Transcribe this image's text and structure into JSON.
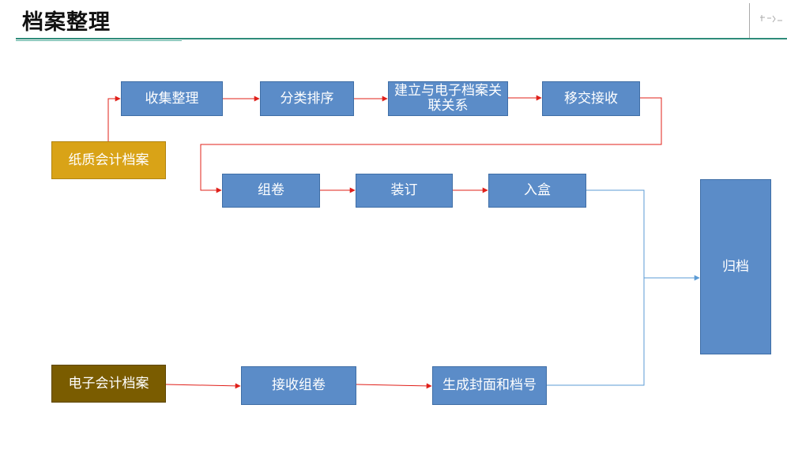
{
  "header": {
    "title": "档案整理"
  },
  "colors": {
    "process": "#5b8cc8",
    "paper_source": "#d9a317",
    "electronic_source": "#7a5c00",
    "red_link": "#e0201a",
    "blue_link": "#5b9bd5",
    "accent_line": "#2e8b7a"
  },
  "nodes": {
    "paper_archive": "纸质会计档案",
    "electronic_archive": "电子会计档案",
    "collect": "收集整理",
    "classify": "分类排序",
    "link_electronic": "建立与电子档案关联关系",
    "transfer": "移交接收",
    "group_volume": "组卷",
    "bind": "装订",
    "box": "入盒",
    "receive_group": "接收组卷",
    "cover_number": "生成封面和档号",
    "archive": "归档"
  }
}
